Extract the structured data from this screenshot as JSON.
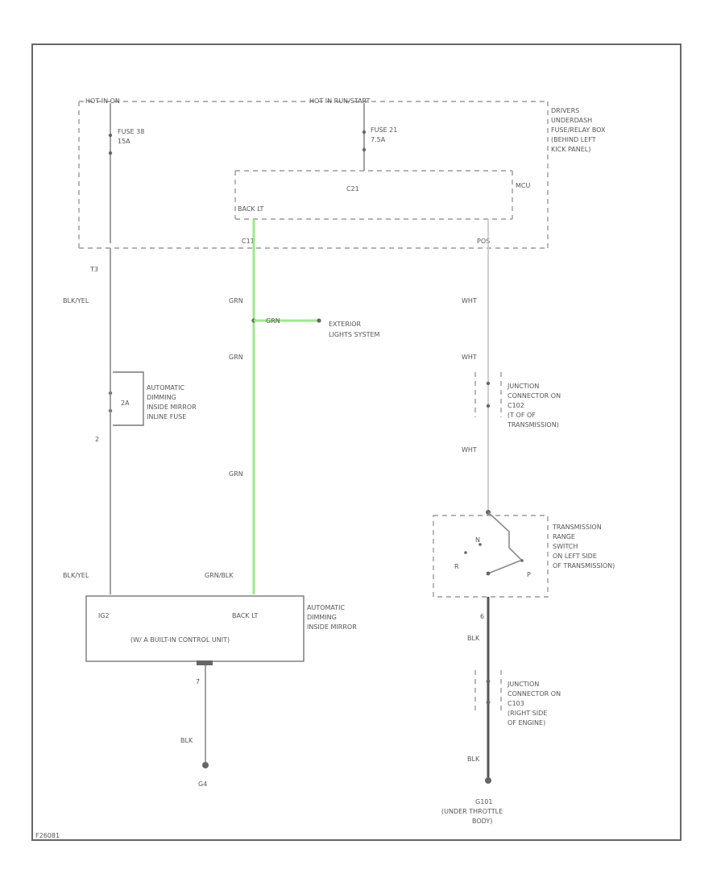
{
  "labels": {
    "hot_run": "HOT IN ON",
    "hot_run_start": "HOT IN RUN/START",
    "fuse_box": [
      "DRIVERS",
      "UNDERDASH",
      "FUSE/RELAY BOX",
      "(BEHIND LEFT",
      "KICK PANEL)"
    ],
    "fuse38": [
      "FUSE 38",
      "15A"
    ],
    "fuse21": [
      "FUSE 21",
      "7.5A"
    ],
    "mcu": "MCU",
    "c21": "C21",
    "back_lt": "BACK LT",
    "pos": "POS",
    "c11": "C11",
    "t3": "T3",
    "blk_yel_1": "BLK/YEL",
    "blk_yel_2": "BLK/YEL",
    "grn_1": "GRN",
    "grn_2": "GRN",
    "grn_3": "GRN",
    "grn_4": "GRN",
    "grn_blk": "GRN/BLK",
    "exterior": [
      "EXTERIOR",
      "LIGHTS SYSTEM"
    ],
    "wht_1": "WHT",
    "wht_2": "WHT",
    "wht_3": "WHT",
    "inline_fuse_amp": "2A",
    "inline_fuse": [
      "AUTOMATIC",
      "DIMMING",
      "INSIDE MIRROR",
      "INLINE FUSE"
    ],
    "pin_2": "2",
    "junction_1": [
      "JUNCTION",
      "CONNECTOR ON",
      "C102",
      "(T OF OF",
      "TRANSMISSION)"
    ],
    "trans_switch": [
      "TRANSMISSION",
      "RANGE",
      "SWITCH",
      "ON LEFT SIDE",
      "OF TRANSMISSION)"
    ],
    "trans_r": "R",
    "trans_n": "N",
    "trans_p": "P",
    "trans_pin_6": "6",
    "mirror_ign": "IG2",
    "mirror_back": "BACK LT",
    "mirror_control": "(W/ A BUILT-IN CONTROL UNIT)",
    "mirror": [
      "AUTOMATIC",
      "DIMMING",
      "INSIDE MIRROR"
    ],
    "pin_7": "7",
    "blk_1": "BLK",
    "blk_2": "BLK",
    "blk_3": "BLK",
    "g4": "G4",
    "junction_2": [
      "JUNCTION",
      "CONNECTOR ON",
      "C103",
      "(RIGHT SIDE",
      "OF ENGINE)"
    ],
    "g101": [
      "G101",
      "(UNDER THROTTLE",
      "BODY)"
    ],
    "footer": "F26081"
  }
}
